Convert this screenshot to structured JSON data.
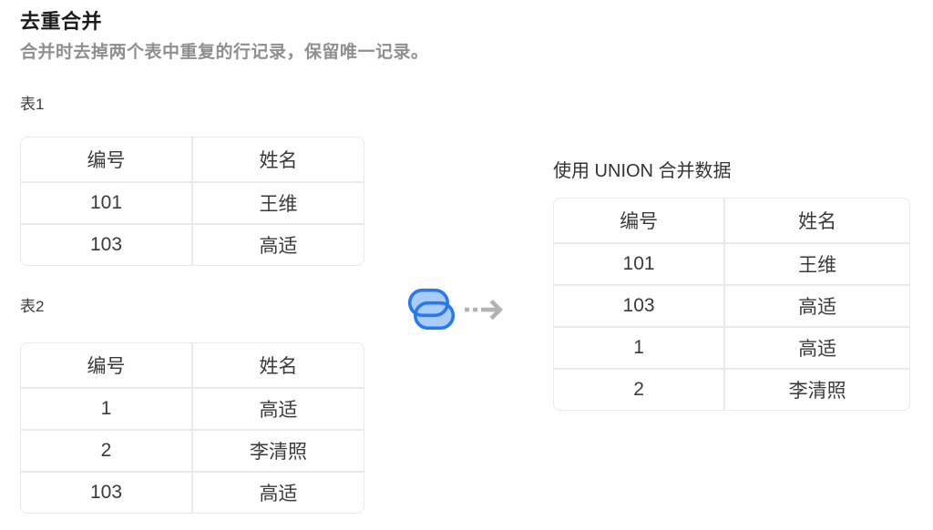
{
  "page": {
    "title": "去重合并",
    "subtitle": "合并时去掉两个表中重复的行记录，保留唯一记录。"
  },
  "table1": {
    "label": "表1",
    "headers": [
      "编号",
      "姓名"
    ],
    "rows": [
      [
        "101",
        "王维"
      ],
      [
        "103",
        "高适"
      ]
    ]
  },
  "table2": {
    "label": "表2",
    "headers": [
      "编号",
      "姓名"
    ],
    "rows": [
      [
        "1",
        "高适"
      ],
      [
        "2",
        "李清照"
      ],
      [
        "103",
        "高适"
      ]
    ]
  },
  "result_table": {
    "label": "使用 UNION 合并数据",
    "headers": [
      "编号",
      "姓名"
    ],
    "rows": [
      [
        "101",
        "王维"
      ],
      [
        "103",
        "高适"
      ],
      [
        "1",
        "高适"
      ],
      [
        "2",
        "李清照"
      ]
    ]
  },
  "icons": {
    "merge_icon": "overlapping-link-pills",
    "arrow_icon": "dashed-right-arrow"
  },
  "colors": {
    "header_blue": "#f7fafd",
    "header_cream": "#fdf9f1",
    "border": "#e9e9e9",
    "icon_stroke_blue": "#2879ee",
    "icon_fill_blue": "#a9ccf8",
    "arrow_gray": "#b3b3b3",
    "title_text": "#1c1c1c",
    "subtitle_text": "#8f8f8f",
    "cell_text": "#3a3a3a"
  }
}
